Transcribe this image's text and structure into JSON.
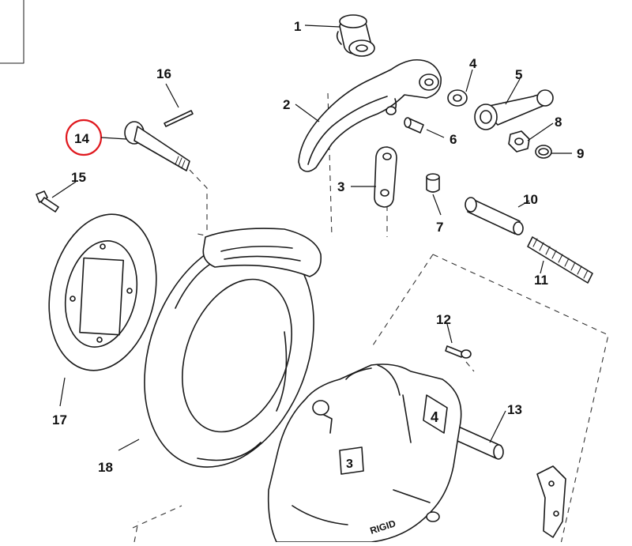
{
  "diagram": {
    "highlighted_part": "14",
    "highlight_color": "#e0191f",
    "callouts": [
      {
        "id": "c1",
        "label": "1"
      },
      {
        "id": "c2",
        "label": "2"
      },
      {
        "id": "c3",
        "label": "3"
      },
      {
        "id": "c4",
        "label": "4"
      },
      {
        "id": "c5",
        "label": "5"
      },
      {
        "id": "c6",
        "label": "6"
      },
      {
        "id": "c7",
        "label": "7"
      },
      {
        "id": "c8",
        "label": "8"
      },
      {
        "id": "c9",
        "label": "9"
      },
      {
        "id": "c10",
        "label": "10"
      },
      {
        "id": "c11",
        "label": "11"
      },
      {
        "id": "c12",
        "label": "12"
      },
      {
        "id": "c13",
        "label": "13"
      },
      {
        "id": "c14",
        "label": "14"
      },
      {
        "id": "c15",
        "label": "15"
      },
      {
        "id": "c16",
        "label": "16"
      },
      {
        "id": "c17",
        "label": "17"
      },
      {
        "id": "c18",
        "label": "18"
      }
    ],
    "body_casting_lettering": "RIGID",
    "jaw_markings": [
      "3",
      "4"
    ]
  }
}
